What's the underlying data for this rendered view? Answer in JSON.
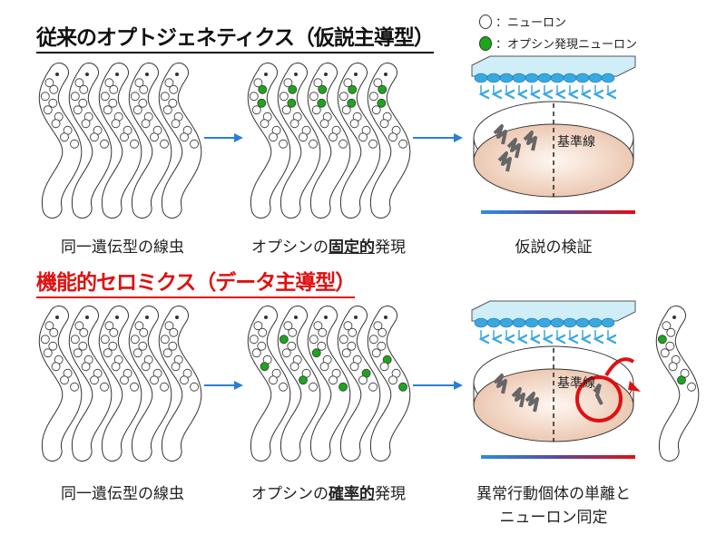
{
  "titles": {
    "conventional": "従来のオプトジェネティクス（仮説主導型）",
    "functional": "機能的セロミクス（データ主導型）"
  },
  "legend": {
    "neuron": "：ニューロン",
    "opsin_neuron": "：オプシン発現ニューロン"
  },
  "colors": {
    "neuron": "#ffffff",
    "opsin": "#1aa81a",
    "arrow": "#2a7fd4",
    "red": "#e01010",
    "dish": "#f2d2bd",
    "panel": "#cfeef7",
    "light": "#3aa8e0"
  },
  "top_row": {
    "label1": "同一遺伝型の線虫",
    "label2_pre": "オプシンの",
    "label2_bold": "固定的",
    "label2_post": "発現",
    "label3": "仮説の検証",
    "baseline": "基準線"
  },
  "bottom_row": {
    "label1": "同一遺伝型の線虫",
    "label2_pre": "オプシンの",
    "label2_bold": "確率的",
    "label2_post": "発現",
    "label3_line1": "異常行動個体の単離と",
    "label3_line2": "ニューロン同定",
    "baseline": "基準線"
  }
}
